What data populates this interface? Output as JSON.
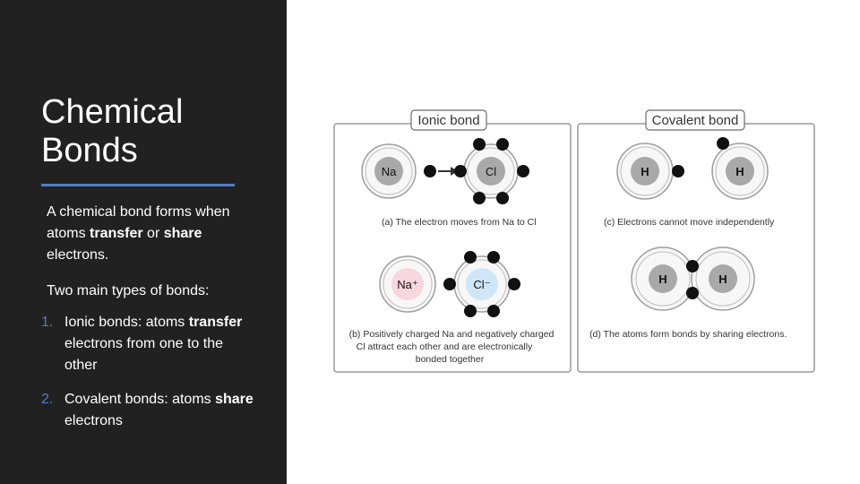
{
  "slide": {
    "title_line1": "Chemical",
    "title_line2": "Bonds",
    "intro": {
      "before": "A chemical bond forms when atoms ",
      "bold1": "transfer",
      "middle": " or ",
      "bold2": "share",
      "after": " electrons."
    },
    "subheading": "Two main types of bonds:",
    "list": [
      {
        "number": "1.",
        "before": "Ionic bonds: atoms ",
        "bold": "transfer",
        "after": " electrons from one to the other"
      },
      {
        "number": "2.",
        "before": "Covalent bonds: atoms ",
        "bold": "share",
        "after": " electrons"
      }
    ],
    "accent_color": "#4f7fc8",
    "panel_color": "#212121"
  },
  "figure": {
    "ionic_title": "Ionic bond",
    "covalent_title": "Covalent bond",
    "atoms": {
      "na": "Na",
      "cl": "Cl",
      "na_ion": "Na⁺",
      "cl_ion": "Cl⁻",
      "h": "H"
    },
    "captions": {
      "a": "(a) The electron moves from Na to Cl",
      "b_line1": "(b) Positively charged Na and negatively charged",
      "b_line2": "Cl attract each other and are electronically",
      "b_line3": "bonded together",
      "c": "(c) Electrons cannot move independently",
      "d": "(d) The atoms form bonds by sharing electrons."
    }
  }
}
